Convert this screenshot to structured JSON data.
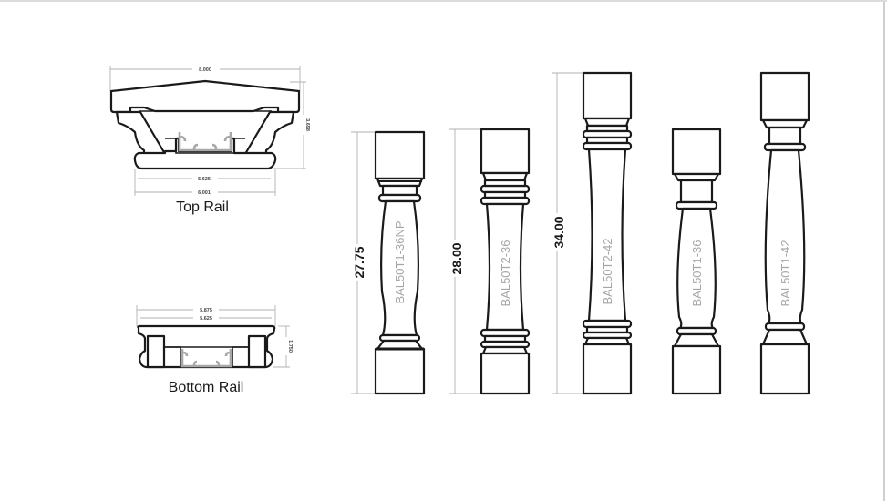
{
  "rails": {
    "top_rail": {
      "caption": "Top Rail",
      "dim_overall_width": "8.000",
      "dim_height": "3.698",
      "dim_inner_width": "5.625",
      "dim_base_width": "6.001"
    },
    "bottom_rail": {
      "caption": "Bottom Rail",
      "dim_overall_width": "5.875",
      "dim_inner_width": "5.625",
      "dim_height": "1.750"
    }
  },
  "balusters": [
    {
      "model": "BAL50T1-36NP",
      "height_label": "27.75"
    },
    {
      "model": "BAL50T2-36",
      "height_label": "28.00"
    },
    {
      "model": "BAL50T2-42",
      "height_label": "34.00"
    },
    {
      "model": "BAL50T1-36",
      "height_label": ""
    },
    {
      "model": "BAL50T1-42",
      "height_label": ""
    }
  ],
  "colors": {
    "outline": "#1a1a1a",
    "dimension_line": "#b0b0b0",
    "model_label": "#a6a6a6",
    "insert": "#a8a8a8"
  }
}
